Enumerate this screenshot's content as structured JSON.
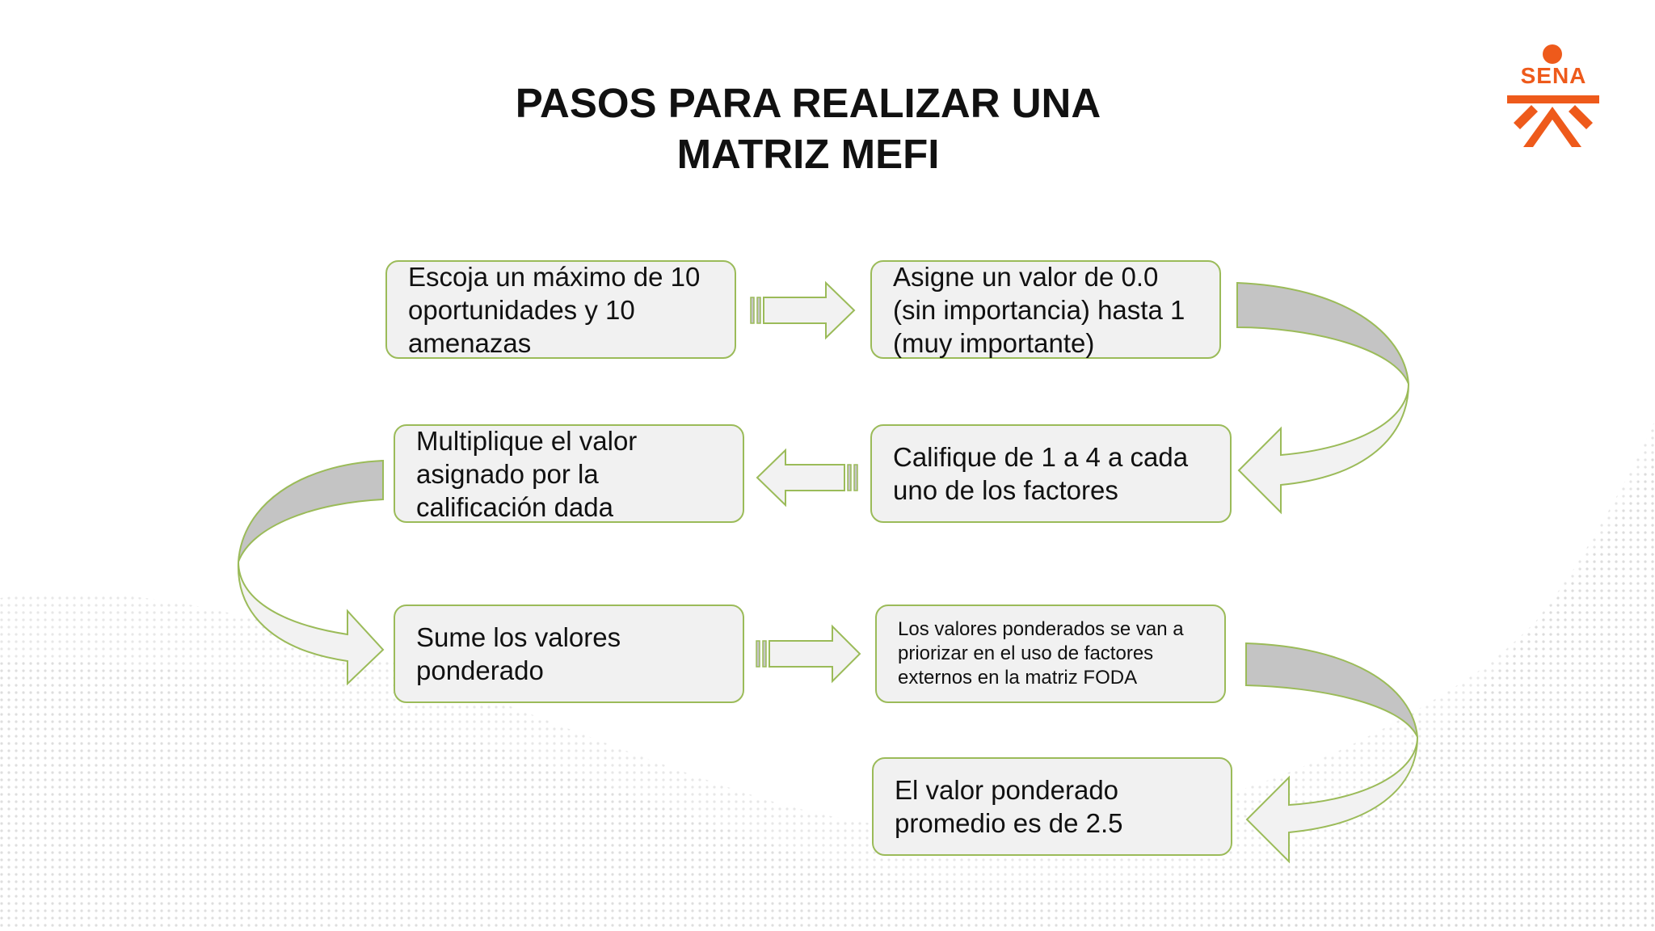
{
  "title": {
    "line1": "PASOS PARA REALIZAR UNA",
    "line2": "MATRIZ MEFI"
  },
  "logo": {
    "text": "SENA",
    "color": "#ee5a1b"
  },
  "colors": {
    "box_fill": "#f1f1f1",
    "box_border": "#9bbb59",
    "arrow_fill": "#f2f2f2",
    "arrow_shadow": "#c4c4c4"
  },
  "steps": [
    {
      "id": "s1",
      "text": "Escoja un máximo de 10 oportunidades y 10 amenazas"
    },
    {
      "id": "s2",
      "text": "Asigne un valor de 0.0 (sin importancia) hasta 1 (muy importante)"
    },
    {
      "id": "s3",
      "text": "Califique de 1 a 4 a cada uno de los factores"
    },
    {
      "id": "s4",
      "text": "Multiplique el valor asignado por la calificación dada"
    },
    {
      "id": "s5",
      "text": "Sume los valores ponderado"
    },
    {
      "id": "s6",
      "text": "Los valores ponderados se van a priorizar en el uso de factores externos en la matriz FODA"
    },
    {
      "id": "s7",
      "text": "El valor ponderado promedio es de 2.5"
    }
  ]
}
